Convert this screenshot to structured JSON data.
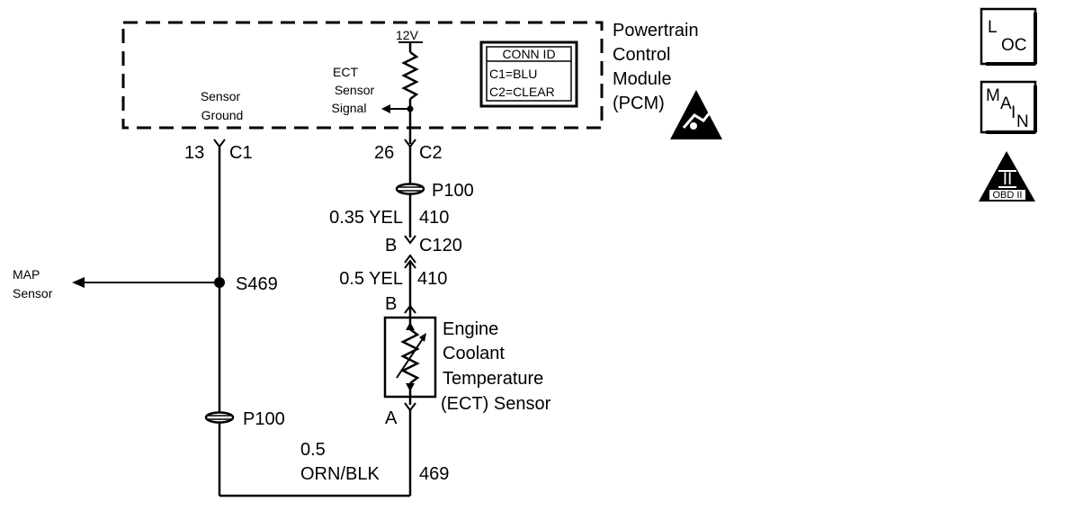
{
  "pcm": {
    "name_lines": [
      "Powertrain",
      "Control",
      "Module",
      "(PCM)"
    ],
    "voltage": "12V",
    "ect_signal_lines": [
      "ECT",
      "Sensor",
      "Signal"
    ],
    "sensor_ground_lines": [
      "Sensor",
      "Ground"
    ],
    "conn_id": {
      "title": "CONN ID",
      "rows": [
        "C1=BLU",
        "C2=CLEAR"
      ]
    }
  },
  "left_circuit": {
    "pin": "13",
    "connector": "C1",
    "splice": "S469",
    "map_sensor_lines": [
      "MAP",
      "Sensor"
    ],
    "ground_point": "P100",
    "wire_size": "0.5",
    "wire_color": "ORN/BLK",
    "circuit": "469"
  },
  "right_circuit": {
    "pin": "26",
    "connector": "C2",
    "pass_through": "P100",
    "wire1_label": "0.35 YEL",
    "wire1_circuit": "410",
    "inline_pin": "B",
    "inline_connector": "C120",
    "wire2_label": "0.5 YEL",
    "wire2_circuit": "410",
    "sensor_pin_top": "B",
    "sensor_pin_bottom": "A"
  },
  "ect_sensor": {
    "name_lines": [
      "Engine",
      "Coolant",
      "Temperature",
      "(ECT) Sensor"
    ]
  },
  "badges": {
    "loc": {
      "top": "L",
      "sub": "OC"
    },
    "main": {
      "l1": "M",
      "l2": "A",
      "l3": "I",
      "l4": "N"
    },
    "obd": {
      "numeral": "II",
      "caption": "OBD II"
    }
  }
}
